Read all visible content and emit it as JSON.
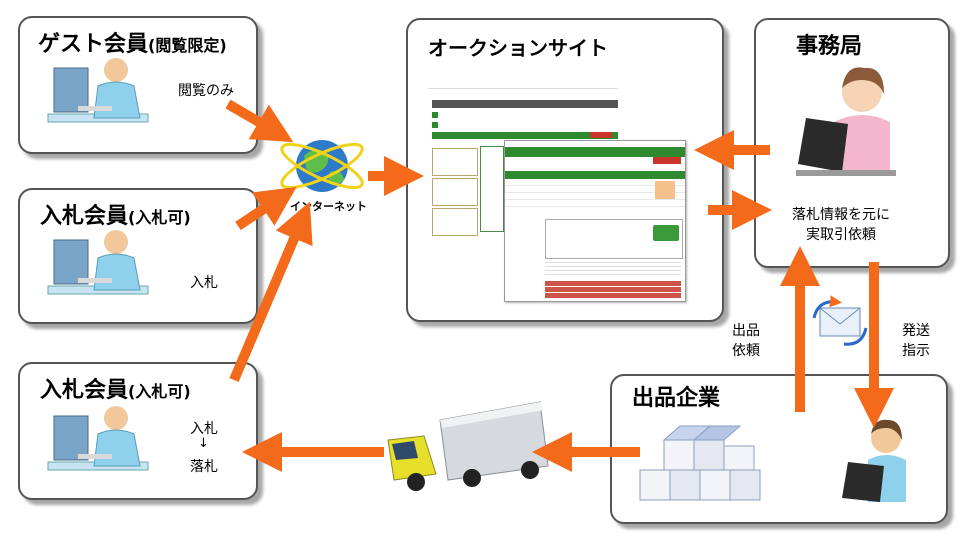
{
  "guest": {
    "title": "ゲスト会員",
    "sub": "(閲覧限定)",
    "action": "閲覧のみ"
  },
  "bidder1": {
    "title": "入札会員",
    "sub": "(入札可)",
    "action": "入札"
  },
  "bidder2": {
    "title": "入札会員",
    "sub": "(入札可)",
    "action_top": "入札",
    "action_arrow": "↓",
    "action_bottom": "落札"
  },
  "internet": {
    "label": "インターネット"
  },
  "auction": {
    "title": "オークションサイト"
  },
  "office": {
    "title": "事務局",
    "note_line1": "落札情報を元に",
    "note_line2": "実取引依頼"
  },
  "seller": {
    "title": "出品企業"
  },
  "flows": {
    "listing_line1": "出品",
    "listing_line2": "依頼",
    "ship_line1": "発送",
    "ship_line2": "指示"
  },
  "colors": {
    "arrow": "#f36a1a",
    "border": "#555555",
    "site_green": "#2f8a2f",
    "site_red": "#c8352a"
  }
}
